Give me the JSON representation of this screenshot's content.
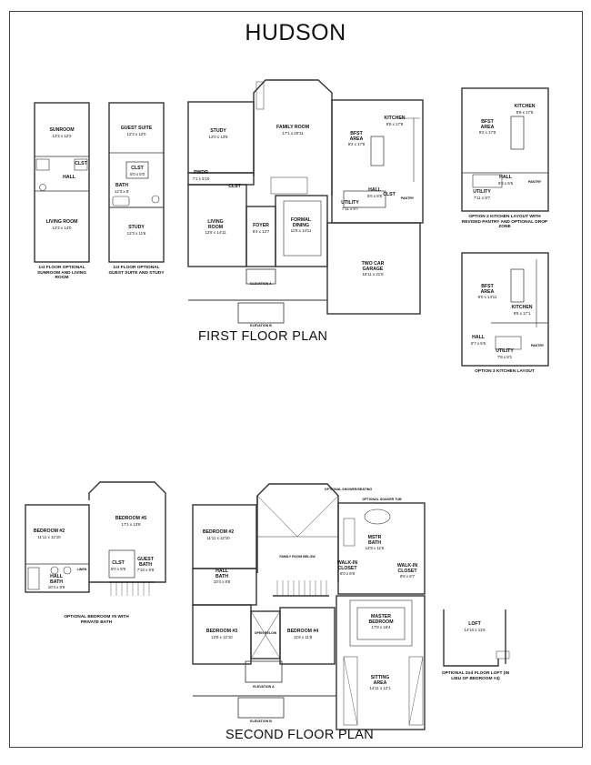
{
  "title": "HUDSON",
  "first_floor": {
    "title": "FIRST FLOOR PLAN",
    "rooms": [
      {
        "name": "STUDY",
        "dim": "12'0 x 13'6"
      },
      {
        "name": "FAMILY ROOM",
        "dim": "17'1 x 20'11"
      },
      {
        "name": "BFST AREA",
        "dim": "9'2 x 17'8"
      },
      {
        "name": "KITCHEN",
        "dim": "9'8 x 17'8"
      },
      {
        "name": "PWDR",
        "dim": "7'1 x 5'10"
      },
      {
        "name": "CLST",
        "dim": ""
      },
      {
        "name": "LIVING ROOM",
        "dim": "12'8 x 14'11"
      },
      {
        "name": "FOYER",
        "dim": "8'4 x 13'7"
      },
      {
        "name": "FORMAL DINING",
        "dim": "11'8 x 14'11"
      },
      {
        "name": "HALL",
        "dim": "5'6 x 8'8"
      },
      {
        "name": "UTILITY",
        "dim": "7'11 x 8'7"
      },
      {
        "name": "CLST",
        "dim": ""
      },
      {
        "name": "PANTRY",
        "dim": ""
      },
      {
        "name": "TWO CAR GARAGE",
        "dim": "19'11 x 21'8"
      }
    ],
    "elevation_a": "ELEVATION A",
    "elevation_b": "ELEVATION B"
  },
  "option_sunroom": {
    "caption": "1st FLOOR OPTIONAL SUNROOM AND LIVING ROOM",
    "rooms": [
      {
        "name": "SUNROOM",
        "dim": "12'3 x 12'2"
      },
      {
        "name": "CLST",
        "dim": ""
      },
      {
        "name": "HALL",
        "dim": ""
      },
      {
        "name": "LIVING ROOM",
        "dim": "12'3 x 14'0"
      }
    ]
  },
  "option_guest_suite": {
    "caption": "1st FLOOR OPTIONAL GUEST SUITE AND STUDY",
    "rooms": [
      {
        "name": "GUEST SUITE",
        "dim": "12'3 x 12'0"
      },
      {
        "name": "CLST",
        "dim": "5'0 x 5'0"
      },
      {
        "name": "BATH",
        "dim": "12'3 x 8'"
      },
      {
        "name": "STUDY",
        "dim": "12'3 x 11'6"
      }
    ]
  },
  "option_2_kitchen": {
    "caption": "OPTION 2 KITCHEN LAYOUT WITH REVISED PANTRY AND OPTIONAL DROP ZONE",
    "rooms": [
      {
        "name": "KITCHEN",
        "dim": "9'8 x 17'8"
      },
      {
        "name": "BFST AREA",
        "dim": "9'2 x 17'8"
      },
      {
        "name": "HALL",
        "dim": "5'6 x 5'6"
      },
      {
        "name": "UTILITY",
        "dim": "7'11 x 8'7"
      },
      {
        "name": "PANTRY",
        "dim": ""
      }
    ]
  },
  "option_3_kitchen": {
    "caption": "OPTION 3 KITCHEN LAYOUT",
    "rooms": [
      {
        "name": "BFST AREA",
        "dim": "9'0 x 14'11"
      },
      {
        "name": "KITCHEN",
        "dim": "9'8 x 17'1"
      },
      {
        "name": "HALL",
        "dim": "5'7 x 5'6"
      },
      {
        "name": "UTILITY",
        "dim": "7'8 x 8'1"
      },
      {
        "name": "PANTRY",
        "dim": ""
      }
    ]
  },
  "second_floor": {
    "title": "SECOND FLOOR PLAN",
    "rooms": [
      {
        "name": "BEDROOM #2",
        "dim": "11'11 x 12'10"
      },
      {
        "name": "FAMILY ROOM BELOW",
        "dim": ""
      },
      {
        "name": "MSTR BATH",
        "dim": "12'8 x 11'6"
      },
      {
        "name": "HALL BATH",
        "dim": "10'4 x 8'8"
      },
      {
        "name": "WALK-IN CLOSET",
        "dim": "8'0 x 8'8"
      },
      {
        "name": "WALK-IN CLOSET",
        "dim": "8'8 x 8'7"
      },
      {
        "name": "BEDROOM #3",
        "dim": "12'8 x 12'10"
      },
      {
        "name": "OPEN BELOW",
        "dim": ""
      },
      {
        "name": "BEDROOM #4",
        "dim": "11'8 x 11'8"
      },
      {
        "name": "MASTER BEDROOM",
        "dim": "17'8 x 16'4"
      },
      {
        "name": "SITTING AREA",
        "dim": "14'11 x 12'1"
      }
    ],
    "notes": [
      "OPTIONAL SHOWER/SEATING",
      "OPTIONAL SOAKER TUB"
    ],
    "elevation_a": "ELEVATION A",
    "elevation_b": "ELEVATION B"
  },
  "option_bedroom5": {
    "caption": "OPTIONAL BEDROOM #5 WITH PRIVATE BATH",
    "rooms": [
      {
        "name": "BEDROOM #2",
        "dim": "11'11 x 12'10"
      },
      {
        "name": "BEDROOM #5",
        "dim": "17'1 x 13'8"
      },
      {
        "name": "LINEN",
        "dim": ""
      },
      {
        "name": "HALL BATH",
        "dim": "10'4 x 8'8"
      },
      {
        "name": "CLST",
        "dim": "8'0 x 8'8"
      },
      {
        "name": "GUEST BATH",
        "dim": "7'10 x 8'8"
      }
    ]
  },
  "option_loft": {
    "caption": "OPTIONAL 2nd FLOOR LOFT (IN LIEU OF BEDROOM #4)",
    "rooms": [
      {
        "name": "LOFT",
        "dim": "14'10 x 11'8"
      }
    ]
  }
}
